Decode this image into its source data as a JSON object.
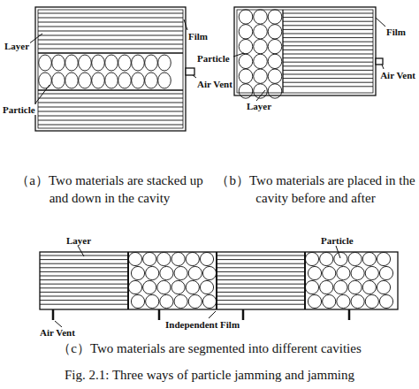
{
  "diagram": {
    "caption": "Fig. 2.1: Three ways of particle jamming and jamming",
    "labels": [
      "Layer",
      "Film",
      "Particle",
      "Air Vent",
      "（a）Two materials are stacked up and down in the cavity",
      "Film",
      "Particle",
      "Air Vent",
      "Layer",
      "（b）Two materials are placed in the cavity before and after",
      "Layer",
      "Particle",
      "Air Vent",
      "Independent Film",
      "（c）Two materials are segmented into different cavities"
    ]
  }
}
